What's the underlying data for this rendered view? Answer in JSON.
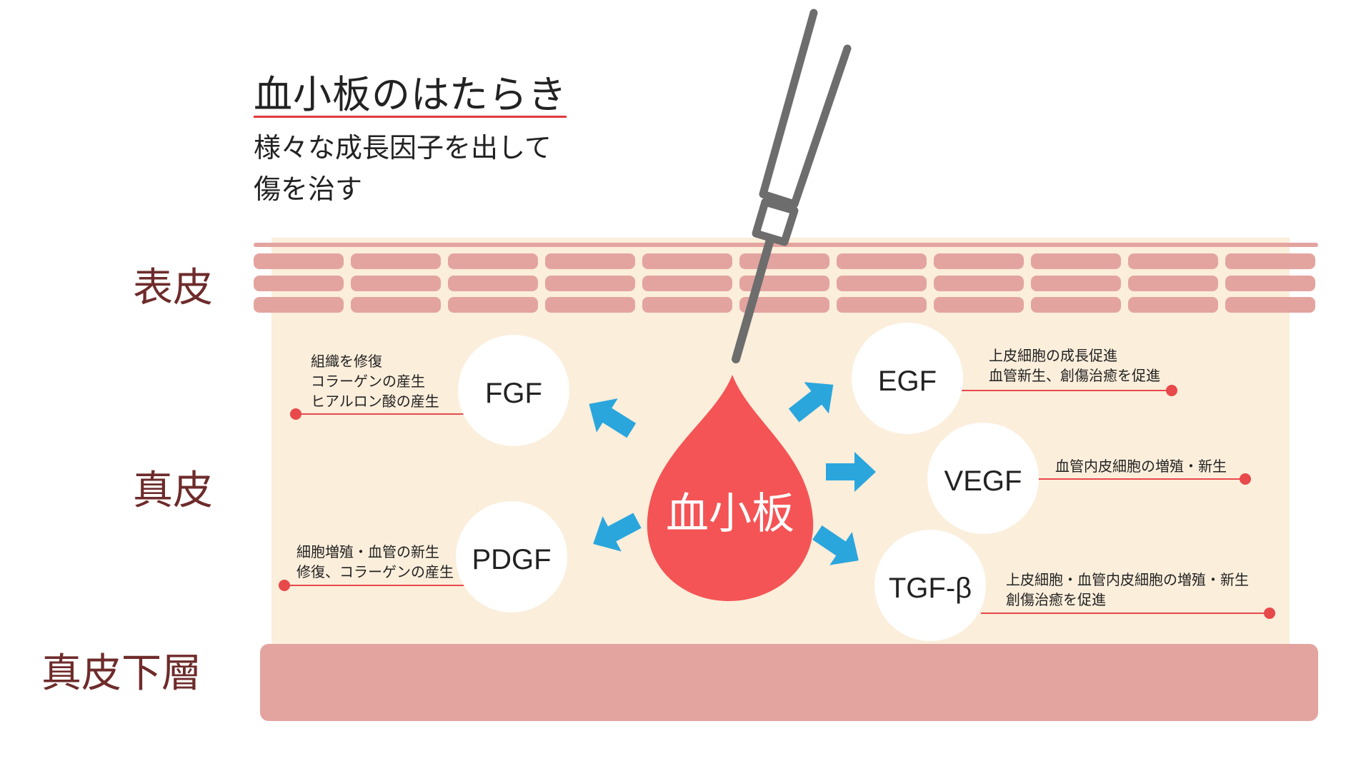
{
  "title": "血小板のはたらき",
  "subtitle_lines": [
    "様々な成長因子を出して",
    "傷を治す"
  ],
  "layers": {
    "epidermis": "表皮",
    "dermis": "真皮",
    "subcutis": "真皮下層"
  },
  "platelet": "血小板",
  "factors": {
    "fgf": {
      "name": "FGF",
      "desc": [
        "組織を修復",
        "コラーゲンの産生",
        "ヒアルロン酸の産生"
      ]
    },
    "pdgf": {
      "name": "PDGF",
      "desc": [
        "細胞増殖・血管の新生",
        "修復、コラーゲンの産生"
      ]
    },
    "egf": {
      "name": "EGF",
      "desc": [
        "上皮細胞の成長促進",
        "血管新生、創傷治癒を促進"
      ]
    },
    "vegf": {
      "name": "VEGF",
      "desc": [
        "血管内皮細胞の増殖・新生"
      ]
    },
    "tgf": {
      "name": "TGF-β",
      "desc": [
        "上皮細胞・血管内皮細胞の増殖・新生",
        "創傷治癒を促進"
      ]
    }
  },
  "colors": {
    "skin": "#fbeedb",
    "epidermis_cell": "#e3a4a0",
    "subcutis": "#e3a4a0",
    "drop": "#f45455",
    "arrow": "#2aa6dd",
    "leader": "#e8494b",
    "label": "#6e2b2b",
    "syringe": "#6d6d6d"
  }
}
